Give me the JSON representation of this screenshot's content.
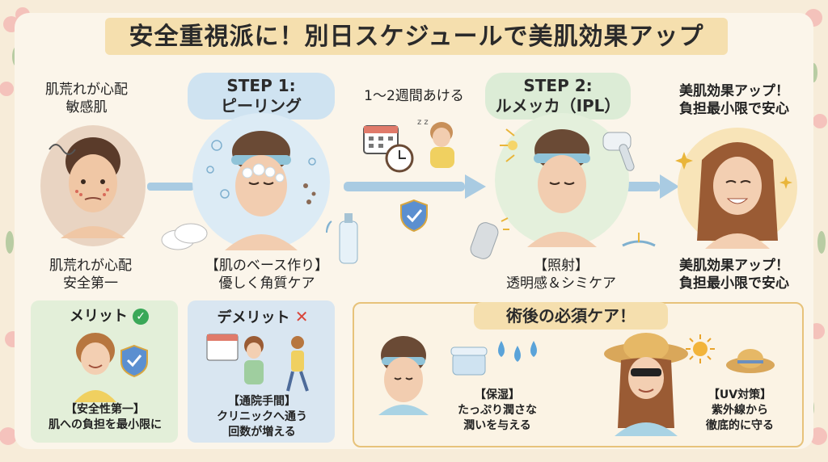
{
  "title": "安全重視派に！別日スケジュールで美肌効果アップ",
  "colors": {
    "background": "#f7ecd9",
    "panel": "#fbf5ea",
    "title_band": "#f5dfae",
    "blue": "#cfe3f1",
    "green": "#dcecd6",
    "arrow": "#a9cbe2",
    "gold": "#e7c27a"
  },
  "before": {
    "top_label": "肌荒れが心配\n敏感肌",
    "bottom_label": "肌荒れが心配\n安全第一"
  },
  "step1": {
    "heading": "STEP 1:\nピーリング",
    "caption": "【肌のベース作り】\n優しく角質ケア"
  },
  "interval": {
    "label": "1〜2週間あける",
    "icons": [
      "calendar-icon",
      "clock-icon",
      "shield-check-icon"
    ]
  },
  "step2": {
    "heading": "STEP 2:\nルメッカ（IPL）",
    "caption": "【照射】\n透明感＆シミケア"
  },
  "result": {
    "top_label": "美肌効果アップ！\n負担最小限で安心",
    "bottom_label": "美肌効果アップ！\n負担最小限で安心"
  },
  "merit": {
    "title": "メリット",
    "caption": "【安全性第一】\n肌への負担を最小限に"
  },
  "demerit": {
    "title": "デメリット",
    "caption": "【通院手間】\nクリニックへ通う\n回数が増える"
  },
  "aftercare": {
    "title": "術後の必須ケア！",
    "moisture": "【保湿】\nたっぷり潤さな\n潤いを与える",
    "uv": "【UV対策】\n紫外線から\n徹底的に守る"
  }
}
